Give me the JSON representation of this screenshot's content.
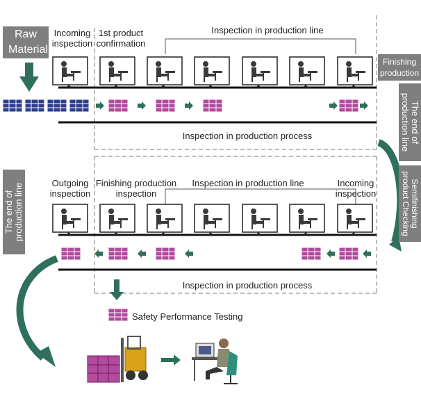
{
  "labels": {
    "raw_material": "Raw Material",
    "incoming_inspection_top": "Incoming inspection",
    "first_product_confirmation": "1st product confirmation",
    "inspection_line_top": "Inspection in production line",
    "finishing_production": "Finishing production",
    "end_of_line_right": "The end of production line",
    "inspection_process_top": "Inspection in production process",
    "semifinishing_checking": "Semifinishing product Checking",
    "end_of_line_left": "The end of production line",
    "outgoing_inspection": "Outgoing inspection",
    "finishing_production_inspection": "Finishing production inspection",
    "inspection_line_bottom": "Inspection in production line",
    "incoming_inspection_bottom": "Incoming inspection",
    "inspection_process_bottom": "Inspection in production process",
    "safety_testing": "Safety Performance Testing"
  },
  "colors": {
    "tag_gray": "#7f7f7f",
    "arrow_green": "#2f6f5e",
    "box_purple": "#b24a9e",
    "box_blue": "#2e3f8f",
    "line_black": "#111111",
    "dashed": "#777777",
    "figure": "#3a3a3a"
  },
  "icons": {
    "inspector_station": "inspector-at-desk-icon",
    "product_box": "product-box-icon",
    "raw_box": "raw-material-box-icon",
    "flow_arrow": "flow-arrow-icon",
    "forklift": "forklift-icon",
    "computer_worker": "computer-worker-icon"
  }
}
